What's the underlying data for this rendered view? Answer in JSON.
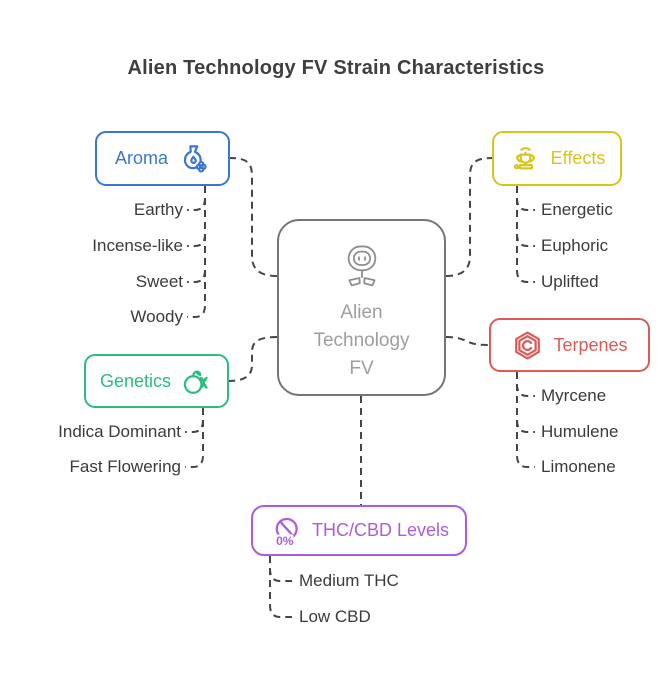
{
  "title": "Alien Technology FV Strain Characteristics",
  "center": {
    "label": "Alien Technology FV",
    "line1": "Alien",
    "line2": "Technology",
    "line3": "FV",
    "icon": "alien-flower-icon",
    "border_color": "#757575",
    "text_color": "#9e9e9e"
  },
  "connector_color": "#454545",
  "leaf_text_color": "#3b3b3b",
  "branches": {
    "aroma": {
      "label": "Aroma",
      "color": "#3b76d1",
      "icon": "aroma-diffuser-icon",
      "items": [
        "Earthy",
        "Incense-like",
        "Sweet",
        "Woody"
      ]
    },
    "effects": {
      "label": "Effects",
      "color": "#d7c51e",
      "icon": "celebration-trophy-icon",
      "items": [
        "Energetic",
        "Euphoric",
        "Uplifted"
      ]
    },
    "genetics": {
      "label": "Genetics",
      "color": "#2bbc80",
      "icon": "apple-dna-icon",
      "items": [
        "Indica Dominant",
        "Fast Flowering"
      ]
    },
    "terpenes": {
      "label": "Terpenes",
      "color": "#dc5a56",
      "icon": "hexagon-c-icon",
      "items": [
        "Myrcene",
        "Humulene",
        "Limonene"
      ]
    },
    "thc_cbd": {
      "label": "THC/CBD Levels",
      "color": "#ab5ddb",
      "icon": "bean-zero-percent-icon",
      "icon_label": "0%",
      "items": [
        "Medium THC",
        "Low CBD"
      ]
    }
  }
}
